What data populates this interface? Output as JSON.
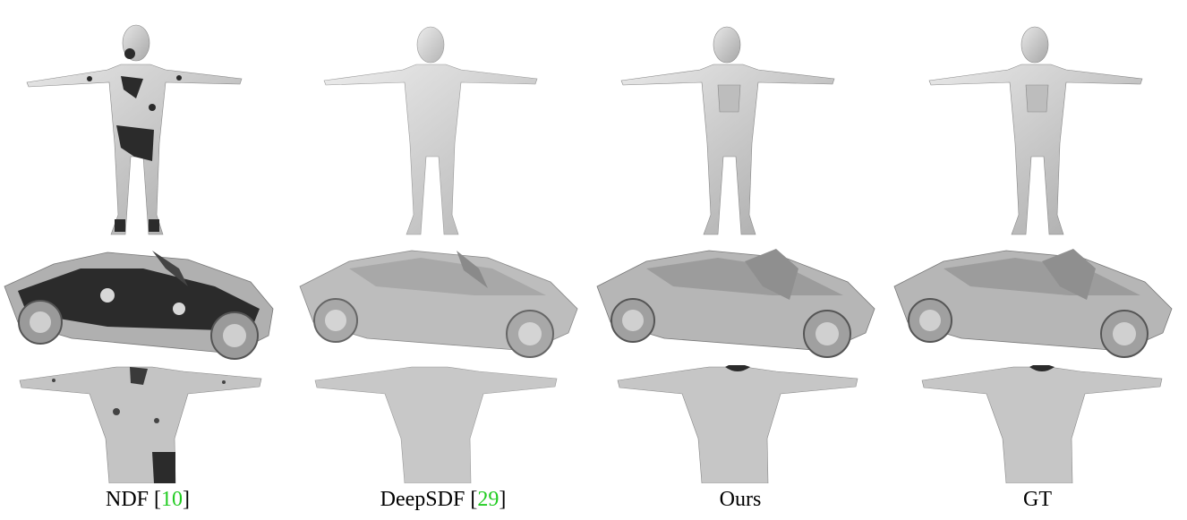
{
  "figure": {
    "columns": [
      {
        "id": "ndf",
        "method": "NDF",
        "ref_open": "[",
        "ref_number": "10",
        "ref_close": "]",
        "noise": "heavy"
      },
      {
        "id": "deepsdf",
        "method": "DeepSDF",
        "ref_open": "[",
        "ref_number": "29",
        "ref_close": "]",
        "noise": "smooth"
      },
      {
        "id": "ours",
        "method": "Ours",
        "ref_open": "",
        "ref_number": "",
        "ref_close": "",
        "noise": "detailed"
      },
      {
        "id": "gt",
        "method": "GT",
        "ref_open": "",
        "ref_number": "",
        "ref_close": "",
        "noise": "detailed"
      }
    ],
    "rows": [
      "human",
      "car",
      "garment"
    ],
    "colors": {
      "mesh": "#c8c8c8",
      "mesh_dark": "#8a8a8a",
      "artifact": "#2b2b2b",
      "citation": "#22cc22"
    }
  }
}
